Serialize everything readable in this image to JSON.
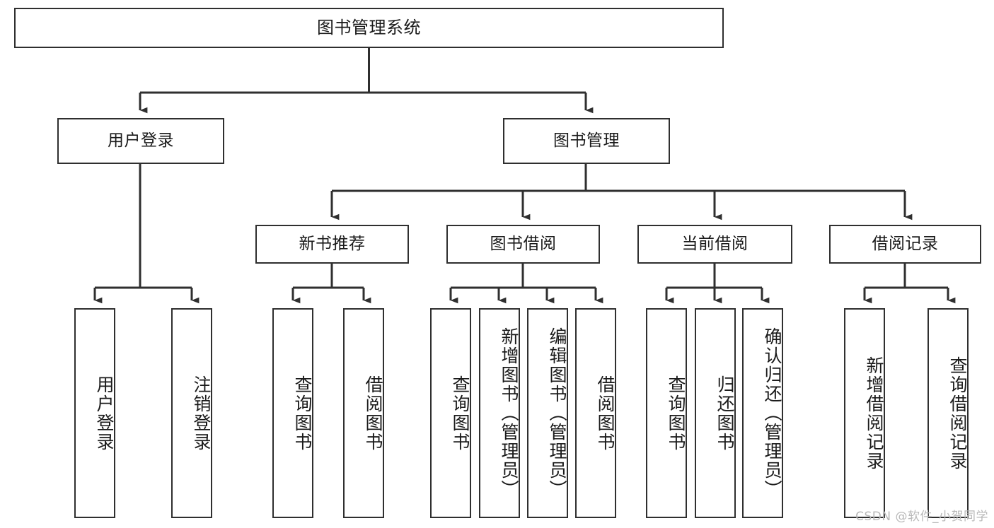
{
  "diagram": {
    "title": "图书管理系统",
    "type": "功能结构图",
    "watermark": "CSDN @软件_小贺同学",
    "accent_color": "#2f2f2f",
    "background_color": "#ffffff",
    "text_color": "#1a1a1a",
    "watermark_color": "#b8b8b8"
  },
  "nodes": {
    "root": {
      "label": "图书管理系统"
    },
    "level2": [
      {
        "label": "用户登录"
      },
      {
        "label": "图书管理"
      }
    ],
    "level3": [
      {
        "label": "新书推荐"
      },
      {
        "label": "图书借阅"
      },
      {
        "label": "当前借阅"
      },
      {
        "label": "借阅记录"
      }
    ],
    "leaves": {
      "user_login": [
        {
          "label": "用户登录"
        },
        {
          "label": "注销登录"
        }
      ],
      "new_book_recommend": [
        {
          "label": "查询图书"
        },
        {
          "label": "借阅图书"
        }
      ],
      "book_borrow": [
        {
          "label": "查询图书"
        },
        {
          "label": "新增图书（管理员）"
        },
        {
          "label": "编辑图书（管理员）"
        },
        {
          "label": "借阅图书"
        }
      ],
      "current_borrow": [
        {
          "label": "查询图书"
        },
        {
          "label": "归还图书"
        },
        {
          "label": "确认归还（管理员）"
        }
      ],
      "borrow_record": [
        {
          "label": "新增借阅记录"
        },
        {
          "label": "查询借阅记录"
        }
      ]
    }
  }
}
